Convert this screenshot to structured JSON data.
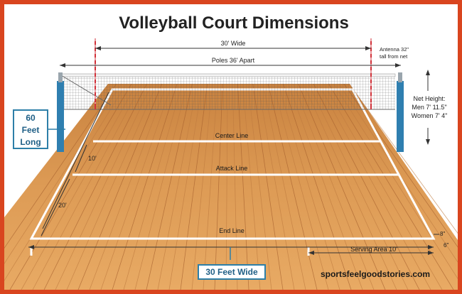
{
  "title": "Volleyball Court Dimensions",
  "labels": {
    "width_30": "30' Wide",
    "poles": "Poles 36' Apart",
    "antenna_line1": "Antenna 32\"",
    "antenna_line2": "tall from net",
    "net_height_title": "Net Height:",
    "net_height_men": "Men 7' 11.5\"",
    "net_height_women": "Women 7' 4\"",
    "length_60_num": "60",
    "length_60_word1": "Feet",
    "length_60_word2": "Long",
    "center_line": "Center Line",
    "attack_line": "Attack Line",
    "end_line": "End Line",
    "ten_ft": "10'",
    "twenty_ft": "20'",
    "serving_area": "Serving Area 10'",
    "eight_in": "8\"",
    "six_in": "6\"",
    "bottom_width": "30 Feet Wide",
    "website": "sportsfeelgoodstories.com"
  },
  "colors": {
    "frame": "#d9451f",
    "wood_light": "#e6a45c",
    "wood_dark": "#b8703a",
    "pole": "#2f7fb0",
    "antenna": "#d1323a",
    "callout": "#2d7fa8"
  }
}
